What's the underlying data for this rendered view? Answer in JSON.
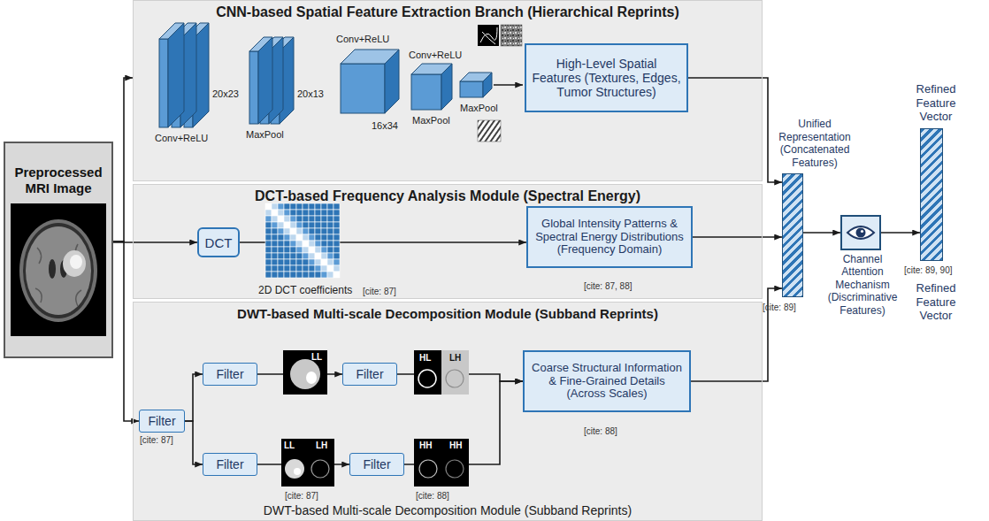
{
  "diagram": {
    "nodes": [
      {
        "text": [
          "Preprocessed MRI Image"
        ]
      },
      {
        "text": [
          "CNN-based Spatial Feature Extraction Branch (Hierarchical Reprints)"
        ]
      },
      {
        "text": [
          "High-Level Spatial Features (Textures, Edges, Tumor Structures)"
        ],
        "in": 1
      },
      {
        "text": [
          "DCT-based Frequency Analysis Module (Spectral Energy)"
        ]
      },
      {
        "text": [
          "DCT"
        ],
        "in": 3
      },
      {
        "text": [
          "Global Intensity Patterns & Spectral Energy Distributions (Frequency Domain)"
        ],
        "in": 3
      },
      {
        "text": [
          "DWT-based Multi-scale Decomposition Module (Subband Reprints)",
          "DWT-based Multi-scale Decomposition Module (Subband Reprints)"
        ]
      },
      {
        "text": [
          "Filter"
        ],
        "in": 6
      },
      {
        "text": [
          "Filter"
        ],
        "in": 6
      },
      {
        "text": [
          "Filter"
        ],
        "in": 6
      },
      {
        "text": [
          "Filter"
        ],
        "in": 6
      },
      {
        "text": [
          "Filter"
        ],
        "in": 6
      },
      {
        "text": [
          "Coarse Structural Information & Fine-Grained Details (Across Scales)"
        ],
        "in": 6
      },
      {
        "text": [
          "Unified Representation (Concatenated Features)"
        ]
      },
      {
        "text": [
          "Channel Attention Mechanism (Discriminative Features)"
        ]
      },
      {
        "text": [
          "Refined Feature Vector",
          "Refined Feature Vector"
        ]
      }
    ],
    "edges": [
      {
        "from": 0,
        "to": 1,
        "arrow": "to"
      },
      {
        "from": 0,
        "to": 4,
        "arrow": "to"
      },
      {
        "from": 0,
        "to": 7,
        "arrow": "to"
      },
      {
        "from": 2,
        "to": 13,
        "arrow": "to"
      },
      {
        "from": 4,
        "to": 5,
        "arrow": "to"
      },
      {
        "from": 5,
        "to": 13,
        "arrow": "to"
      },
      {
        "from": 7,
        "to": 8,
        "arrow": "to"
      },
      {
        "from": 7,
        "to": 9,
        "arrow": "to"
      },
      {
        "from": 8,
        "to": 10,
        "arrow": "to"
      },
      {
        "from": 9,
        "to": 11,
        "arrow": "to"
      },
      {
        "from": 10,
        "to": 12,
        "arrow": "to"
      },
      {
        "from": 11,
        "to": 12,
        "arrow": "to"
      },
      {
        "from": 12,
        "to": 13,
        "arrow": "to"
      },
      {
        "from": 13,
        "to": 14,
        "arrow": "to"
      },
      {
        "from": 14,
        "to": 15,
        "arrow": "to"
      }
    ],
    "labels": [
      "Conv+ReLU",
      "20x23",
      "MaxPool",
      "20x13",
      "Conv+ReLU",
      "16x34",
      "Conv+ReLU",
      "MaxPool",
      "MaxPool",
      "2D DCT coefficients",
      "[cite: 87]",
      "[cite: 87, 88]",
      "[cite: 87]",
      "LL",
      "HL",
      "LH",
      "LL",
      "LH",
      "[cite: 87]",
      "HH",
      "HH",
      "[cite: 88]",
      "[cite: 88]",
      "[cite: 89]",
      "[cite: 89, 90]"
    ]
  }
}
